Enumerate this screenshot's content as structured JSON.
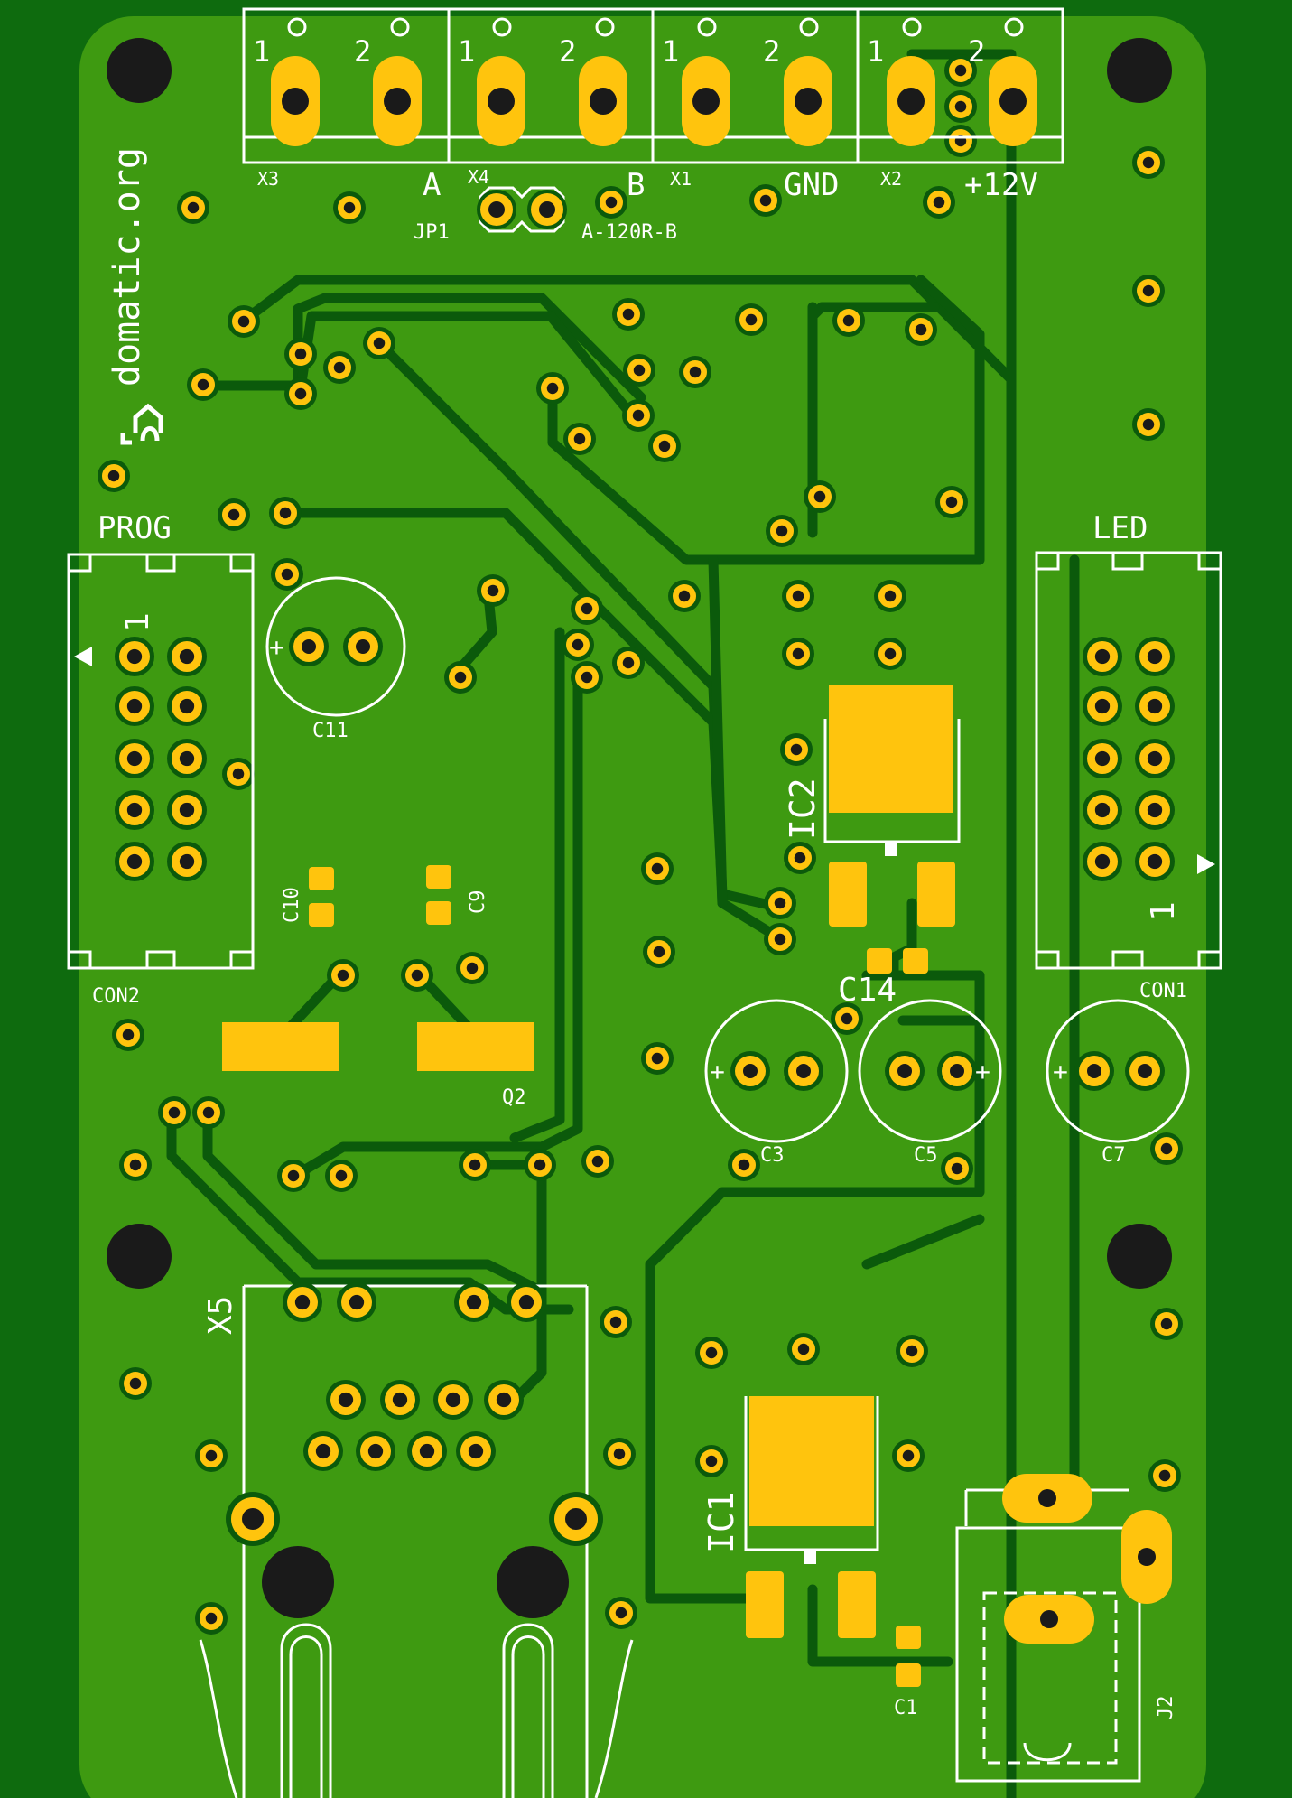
{
  "brand": {
    "logo_text": "domatic.org"
  },
  "connectors": {
    "x3": {
      "ref": "X3",
      "pin1": "1",
      "pin2": "2",
      "net": "A"
    },
    "x4": {
      "ref": "X4",
      "pin1": "1",
      "pin2": "2",
      "net": "B"
    },
    "x1": {
      "ref": "X1",
      "pin1": "1",
      "pin2": "2",
      "net": "GND"
    },
    "x2": {
      "ref": "X2",
      "pin1": "1",
      "pin2": "2",
      "net": "+12V"
    },
    "x5": {
      "ref": "X5"
    },
    "jp1": {
      "ref": "JP1",
      "value": "A-120R-B"
    },
    "con2": {
      "ref": "CON2",
      "label": "PROG",
      "pin1": "1"
    },
    "con1": {
      "ref": "CON1",
      "label": "LED",
      "pin1": "1"
    },
    "j2": {
      "ref": "J2"
    }
  },
  "components": {
    "c11": "C11",
    "c10": "C10",
    "c9": "C9",
    "q2": "Q2",
    "ic2": "IC2",
    "c14": "C14",
    "c3": "C3",
    "c5": "C5",
    "c7": "C7",
    "ic1": "IC1",
    "c1": "C1"
  },
  "polarity": {
    "plus": "+"
  },
  "colors": {
    "background": "#0e6b0e",
    "board": "#3e9a11",
    "copper_pad": "#ffc40d",
    "silkscreen": "#ffffff",
    "drill": "#1a1a1a",
    "trace": "#0b5a0b"
  }
}
